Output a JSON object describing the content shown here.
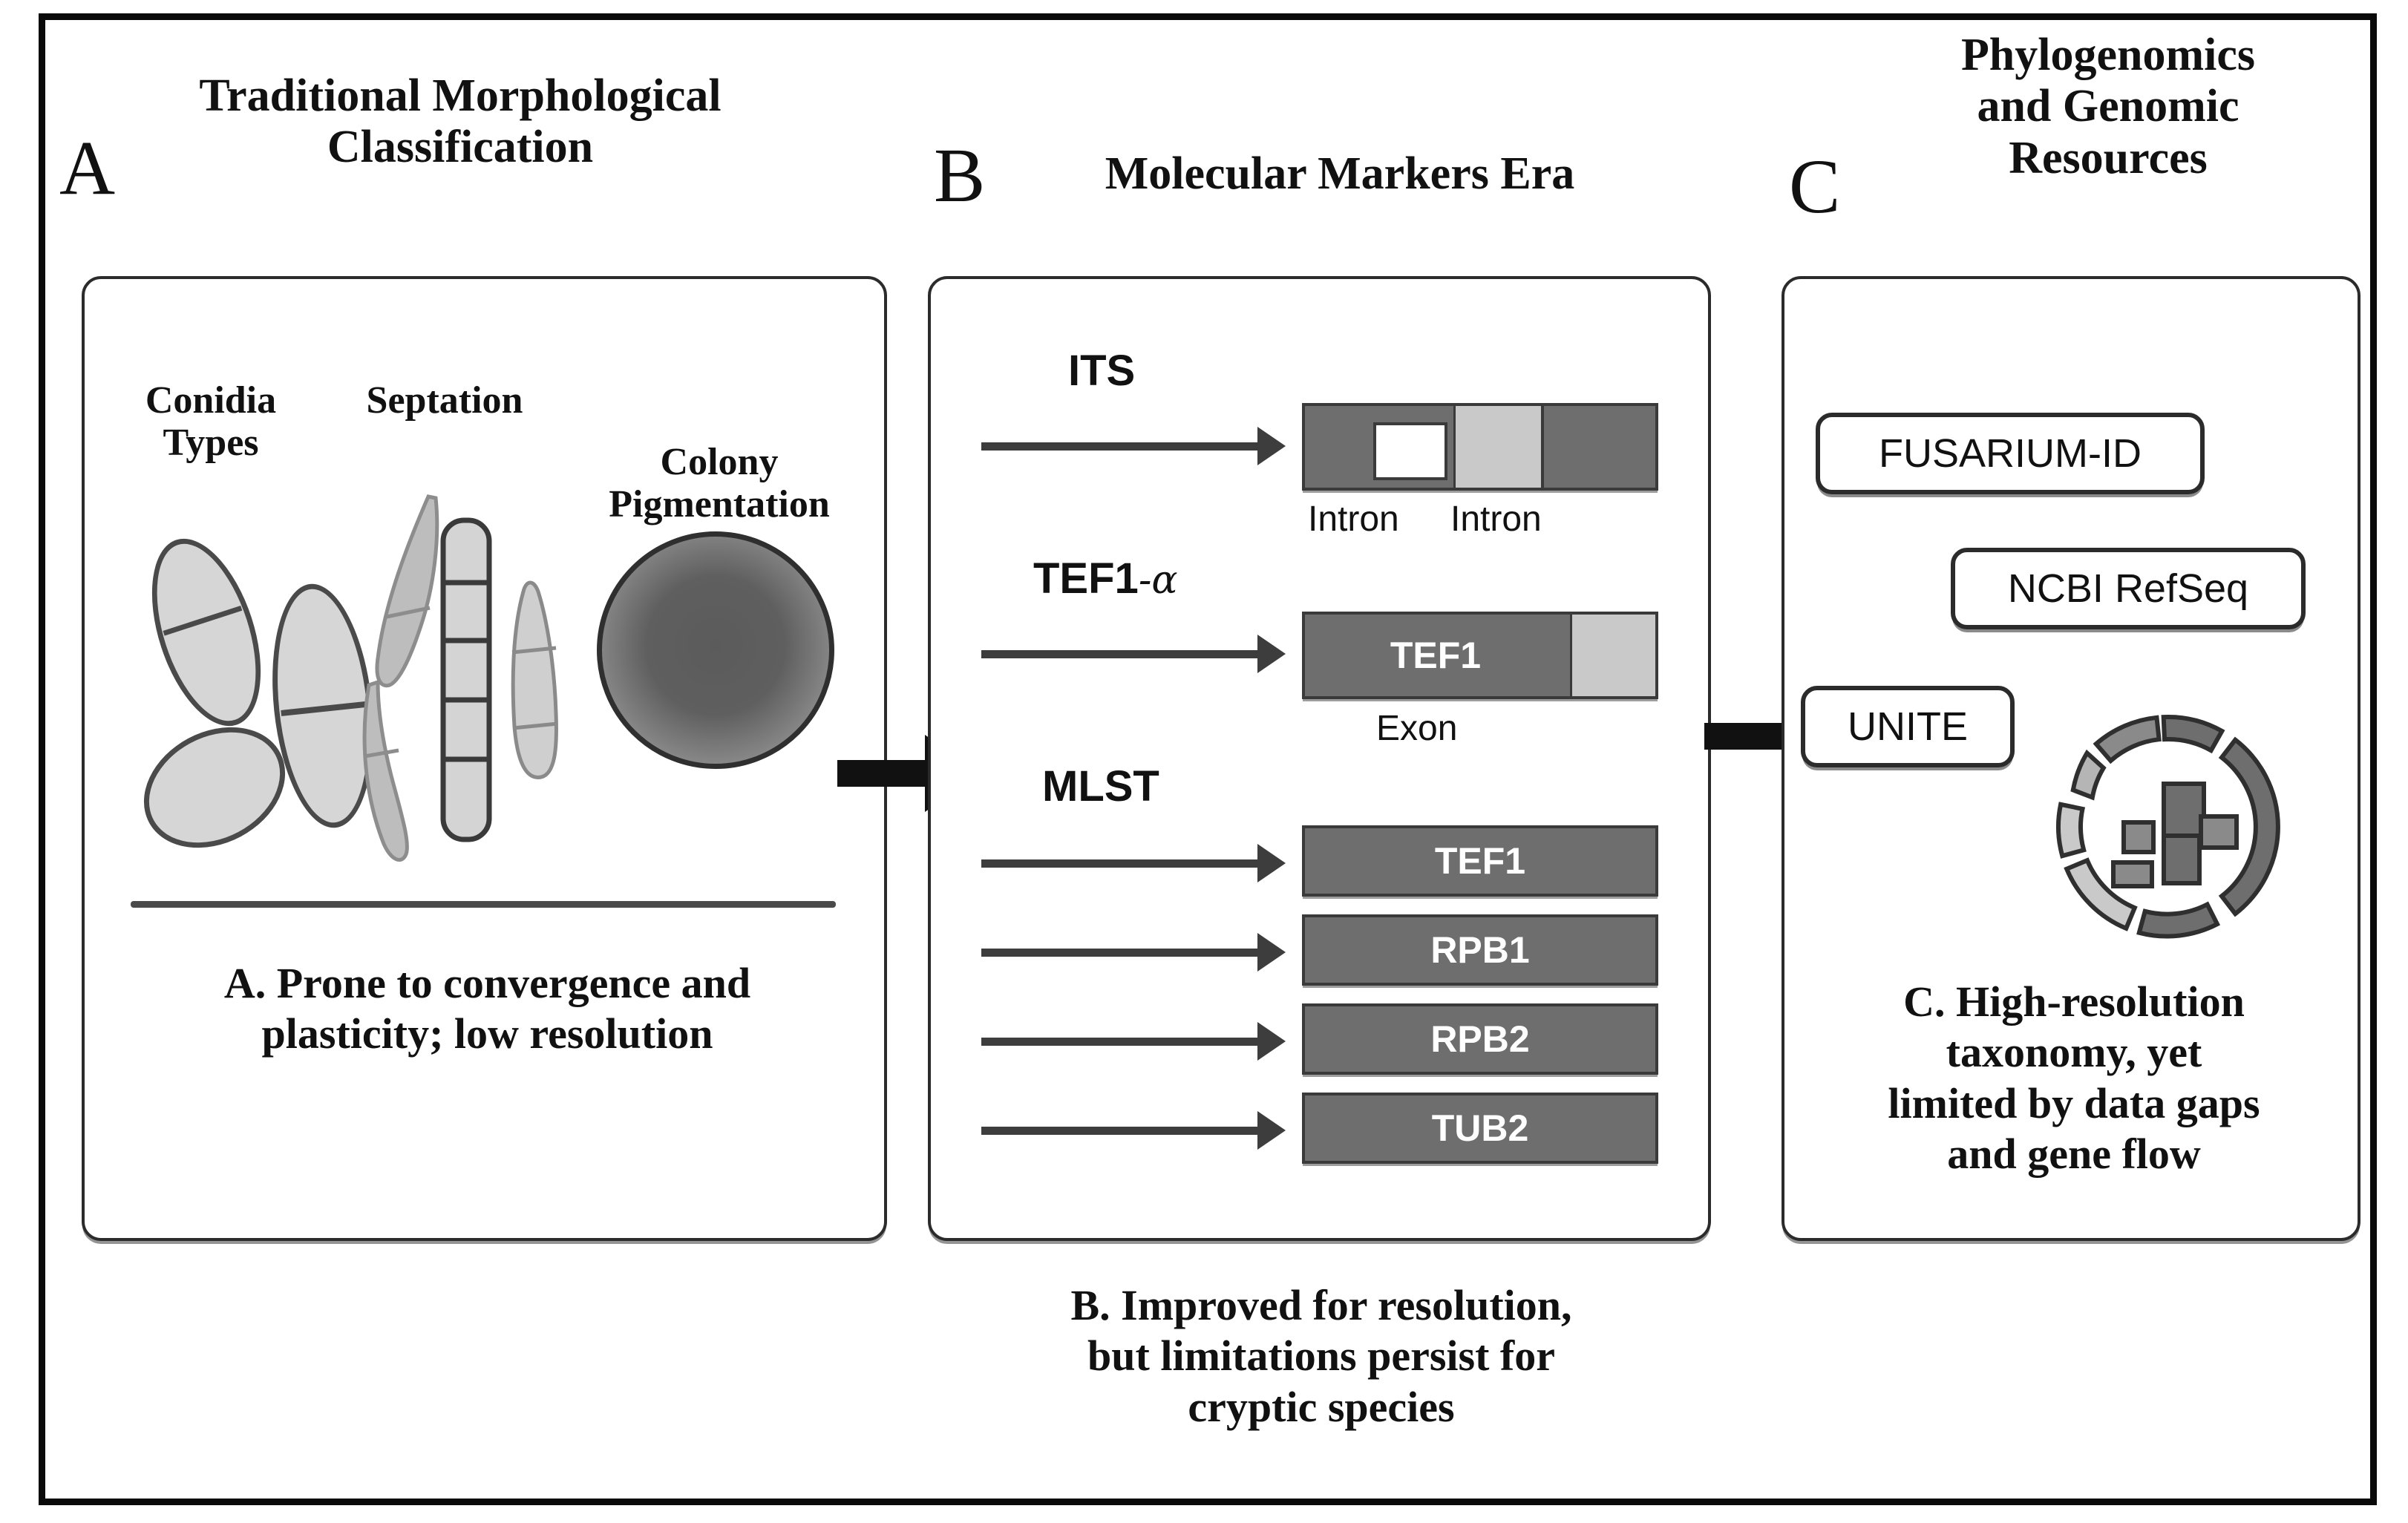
{
  "figure": {
    "panels": [
      {
        "letter": "A",
        "title": "Traditional Morphological\nClassification",
        "title_line1": "Traditional Morphological",
        "title_line2": "Classification",
        "caption_line1": "A. Prone to convergence and",
        "caption_line2": "plasticity; low resolution",
        "sublabels": {
          "conidia_line1": "Conidia",
          "conidia_line2": "Types",
          "septation": "Septation",
          "colony_line1": "Colony",
          "colony_line2": "Pigmentation"
        }
      },
      {
        "letter": "B",
        "title_line1": "Molecular Markers Era",
        "caption_line1": "B. Improved for resolution,",
        "caption_line2": "but limitations persist for",
        "caption_line3": "cryptic species",
        "markers": [
          {
            "name": "ITS",
            "name_greek": "",
            "bar_label": "",
            "sublabel_left": "Intron",
            "sublabel_right": "Intron"
          },
          {
            "name": "TEF1",
            "name_greek": "-α",
            "bar_label": "TEF1",
            "sublabel_left": "Exon",
            "sublabel_right": ""
          },
          {
            "name": "MLST",
            "name_greek": "",
            "bar_label": "TEF1",
            "sublabel_left": "",
            "sublabel_right": ""
          }
        ],
        "mlst_genes": [
          "TEF1",
          "RPB1",
          "RPB2",
          "TUB2"
        ]
      },
      {
        "letter": "C",
        "title_line1": "Phylogenomics",
        "title_line2": "and Genomic",
        "title_line3": "Resources",
        "caption_line1": "C. High-resolution",
        "caption_line2": "taxonomy, yet",
        "caption_line3": "limited by data gaps",
        "caption_line4": "and gene flow",
        "databases": [
          "FUSARIUM-ID",
          "NCBI RefSeq",
          "UNITE"
        ]
      }
    ],
    "colors": {
      "frame": "#0a0a0a",
      "panel_border": "#2b2b2b",
      "gene_bar_fill": "#6e6e6e",
      "gene_bar_light": "#c9c9c9",
      "gene_bar_stroke": "#3a3a3a",
      "conidium_fill": "#d6d6d6",
      "conidium_stroke": "#4a4a4a",
      "arrow": "#3d3d3d",
      "connector": "#111111",
      "donut_dark": "#6e6e6e",
      "donut_light": "#c9c9c9"
    },
    "icons": {
      "connector_a_to_b": "right-arrow-icon",
      "connector_b_to_c": "right-arrow-icon",
      "colony": "colony-pigmentation-icon",
      "genome_circle": "genome-circos-icon"
    }
  }
}
